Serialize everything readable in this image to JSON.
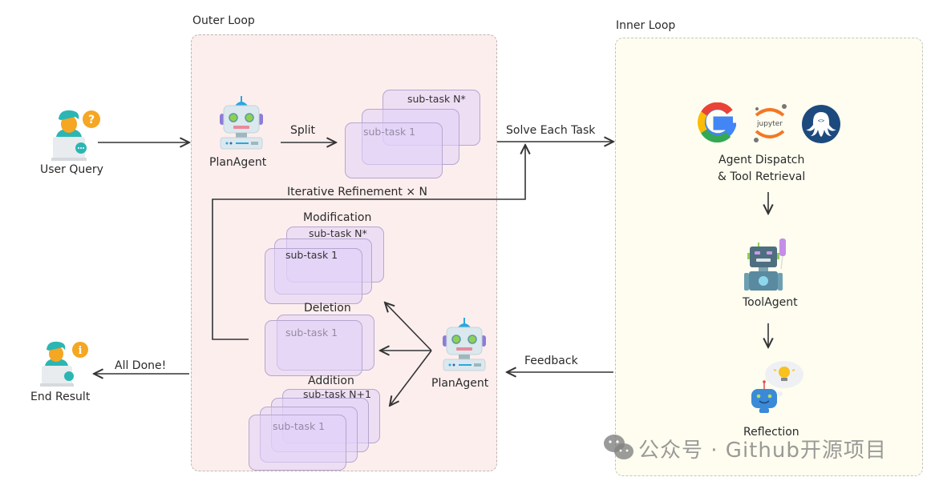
{
  "regions": {
    "outer_loop": {
      "title": "Outer Loop",
      "fill": "#fdeeee"
    },
    "inner_loop": {
      "title": "Inner Loop",
      "fill": "#fefdf0"
    }
  },
  "nodes": {
    "user_query": {
      "label": "User Query",
      "badge": "?"
    },
    "end_result": {
      "label": "End Result",
      "badge": "i"
    },
    "plan_agent_top": {
      "label": "PlanAgent"
    },
    "plan_agent_bottom": {
      "label": "PlanAgent"
    },
    "agent_dispatch": {
      "label_line1": "Agent Dispatch",
      "label_line2": "& Tool Retrieval",
      "tools": [
        "google-icon",
        "jupyter-icon",
        "octopus-icon"
      ],
      "jupyter_text": "jupyter"
    },
    "tool_agent": {
      "label": "ToolAgent"
    },
    "reflection": {
      "label": "Reflection"
    }
  },
  "edges": {
    "split": "Split",
    "solve_each_task": "Solve Each Task",
    "iterative_refinement": "Iterative Refinement × N",
    "feedback": "Feedback",
    "all_done": "All Done!"
  },
  "subtask_groups": {
    "initial": {
      "cards": [
        "sub-task N*",
        "sub-task 1"
      ]
    },
    "modification": {
      "title": "Modification",
      "cards": [
        "sub-task N*",
        "sub-task 1"
      ]
    },
    "deletion": {
      "title": "Deletion",
      "cards": [
        "sub-task 1"
      ]
    },
    "addition": {
      "title": "Addition",
      "cards": [
        "sub-task N+1",
        "sub-task 1"
      ]
    }
  },
  "watermark": {
    "text": "公众号 · Github开源项目"
  }
}
